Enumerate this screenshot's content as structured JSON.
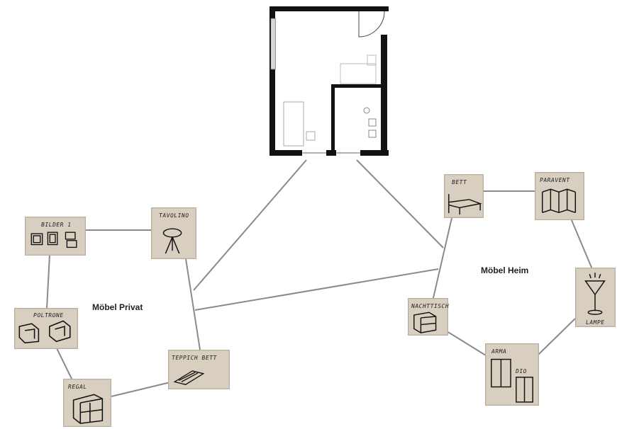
{
  "groups": {
    "private": "Möbel Privat",
    "home": "Möbel Heim"
  },
  "cards": {
    "bilder": "BILDER 1",
    "tavolino": "TAVOLINO",
    "poltrone": "POLTRONE",
    "regal": "REGAL",
    "teppich": "TEPPICH BETT",
    "bett": "BETT",
    "paravent": "PARAVENT",
    "lampe": "LAMPE",
    "nachttisch": "NACHTTISCH",
    "armadio_top": "ARMA",
    "armadio_bottom": "DIO"
  },
  "colors": {
    "card": "#d9cfc0",
    "line": "#8a8a8a",
    "wall": "#111111"
  }
}
